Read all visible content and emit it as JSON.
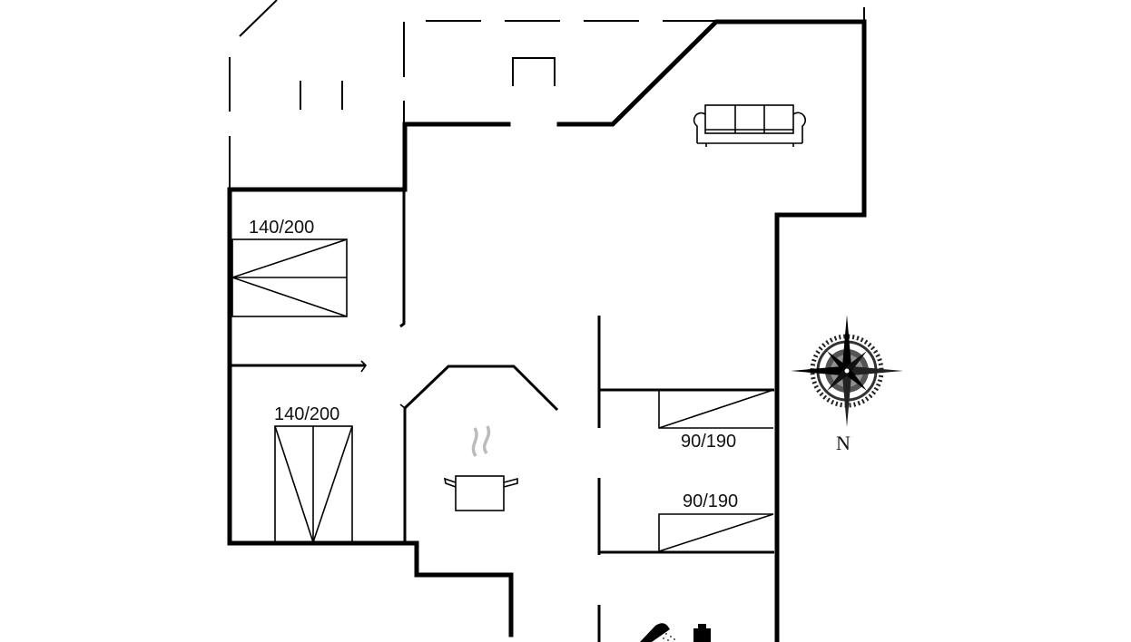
{
  "floorplan": {
    "title": "",
    "beds": [
      {
        "id": "bed-1",
        "label": "140/200"
      },
      {
        "id": "bed-2",
        "label": "140/200"
      },
      {
        "id": "bed-3",
        "label": "90/190"
      },
      {
        "id": "bed-4",
        "label": "90/190"
      }
    ],
    "compass": {
      "label": "N"
    },
    "icons": [
      "sofa-icon",
      "cooking-pot-icon",
      "shower-icon",
      "compass-rose-icon",
      "fireplace-icon"
    ],
    "colors": {
      "wall": "#000000",
      "background": "#ffffff",
      "steam": "#bbbbbb"
    }
  }
}
